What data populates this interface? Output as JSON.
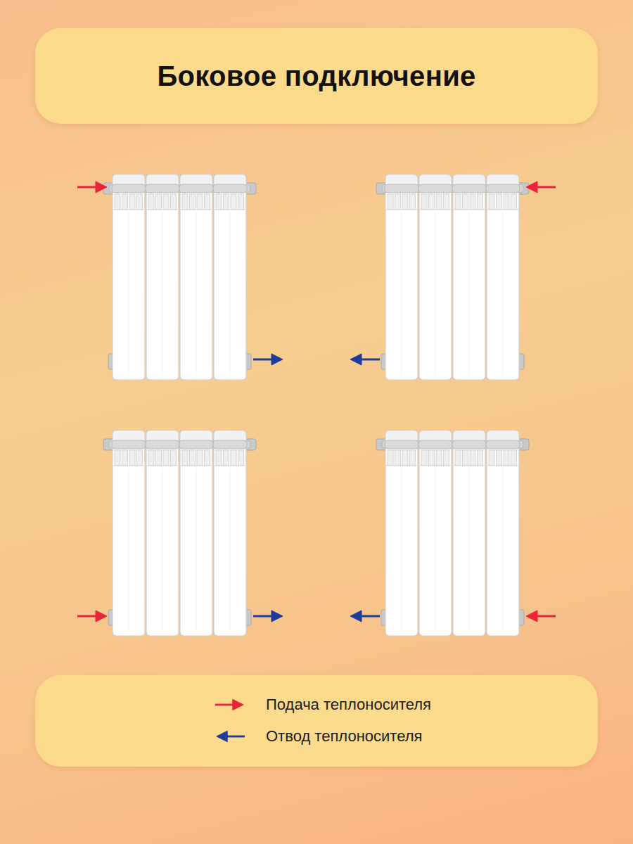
{
  "diagram": {
    "title": "Боковое подключение",
    "legend": [
      {
        "text": "Подача теплоносителя"
      },
      {
        "text": "Отвод теплоносителя"
      }
    ]
  }
}
